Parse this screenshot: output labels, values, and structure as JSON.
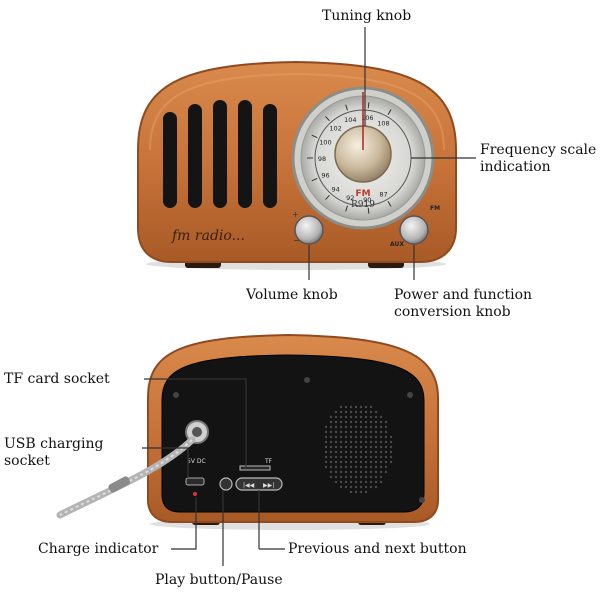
{
  "front": {
    "brand_script": "fm radio...",
    "dial_numbers": [
      "87",
      "90",
      "92",
      "94",
      "96",
      "98",
      "100",
      "102",
      "104",
      "106",
      "108"
    ],
    "band": "FM",
    "model": "R919",
    "aux_label": "AUX",
    "fm_small": "FM"
  },
  "back": {
    "port_labels": [
      "5V DC",
      "TF"
    ]
  },
  "labels": {
    "tuning_knob": "Tuning knob",
    "frequency_scale": "Frequency scale\nindication",
    "volume_knob": "Volume knob",
    "power_function": "Power and function\nconversion knob",
    "tf_card": "TF card socket",
    "usb_charging": "USB charging\nsocket",
    "charge_indicator": "Charge indicator",
    "previous_next": "Previous and next button",
    "play_pause": "Play button/Pause"
  },
  "colors": {
    "wood": "#c8733a",
    "wood_dark": "#8f4a1f",
    "panel": "#121212",
    "chrome": "#c9c9c9",
    "label_text": "#111111"
  }
}
